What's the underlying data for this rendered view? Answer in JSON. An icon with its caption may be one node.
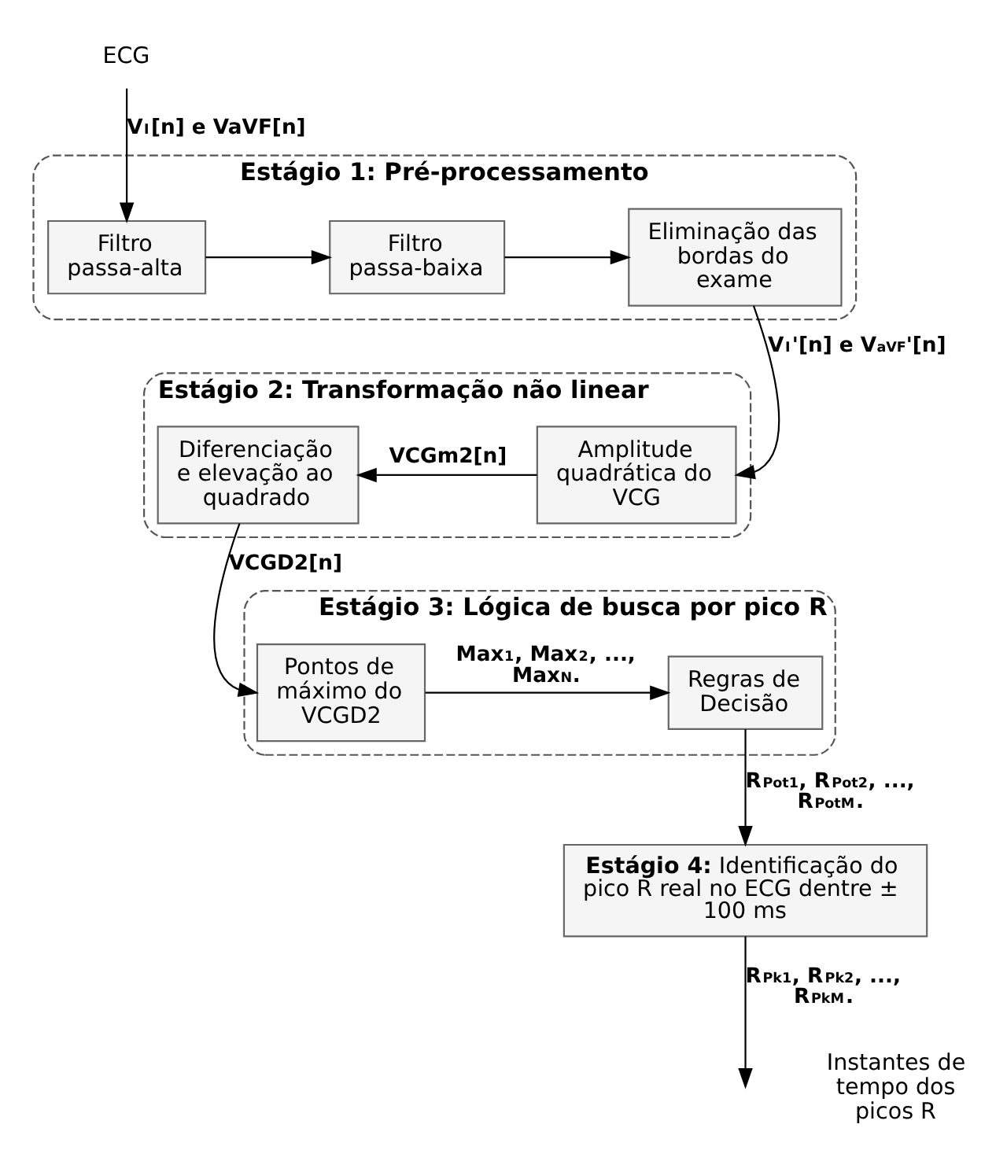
{
  "diagram": {
    "nodes": [
      {
        "text": [
          "ECG"
        ]
      },
      {
        "text": [
          "Estágio 1: Pré-processamento"
        ]
      },
      {
        "text": [
          "Filtro passa-alta"
        ],
        "in": 1
      },
      {
        "text": [
          "Filtro passa-baixa"
        ],
        "in": 1
      },
      {
        "text": [
          "Eliminação das bordas do exame"
        ],
        "in": 1
      },
      {
        "text": [
          "Estágio 2: Transformação não linear"
        ]
      },
      {
        "text": [
          "Diferenciação e elevação ao quadrado"
        ],
        "in": 5
      },
      {
        "text": [
          "Amplitude quadrática do VCG"
        ],
        "in": 5
      },
      {
        "text": [
          "Estágio 3: Lógica de busca por pico R"
        ]
      },
      {
        "text": [
          "Pontos de máximo do VCGD2"
        ],
        "in": 8
      },
      {
        "text": [
          "Regras de Decisão"
        ],
        "in": 8
      },
      {
        "text": [
          "**Estágio 4:** Identificação do pico R real no ECG dentre ± 100 ms"
        ]
      }
    ],
    "edges": [
      {
        "from": 0,
        "to": 2,
        "arrow": "to",
        "label": "V$_{I}$[n] e VaVF[n]"
      },
      {
        "from": 2,
        "to": 3,
        "arrow": "to"
      },
      {
        "from": 3,
        "to": 4,
        "arrow": "to"
      },
      {
        "from": 4,
        "to": 7,
        "arrow": "to",
        "label": "V$_{I}$'[n] e V$_{aVF}$'[n]"
      },
      {
        "from": 7,
        "to": 6,
        "arrow": "to",
        "label": "VCGm2[n]"
      },
      {
        "from": 6,
        "to": 9,
        "arrow": "to",
        "label": "VCGD2[n]"
      },
      {
        "from": 9,
        "to": 10,
        "arrow": "to",
        "label": "Max$_{1}$, Max$_{2}$, ..., Max$_{N}$."
      },
      {
        "from": 10,
        "to": 11,
        "arrow": "to",
        "label": "R$_{Pot}$$_{1}$, R$_{Pot}$$_{2}$, ..., R$_{Pot}$$_{M}$."
      },
      {
        "from": 11,
        "to": null,
        "arrow": "to",
        "label": "R$_{Pk}$$_{1}$, R$_{Pk}$$_{2}$, ..., R$_{Pk}$$_{M}$."
      }
    ],
    "labels": [
      "Instantes de tempo dos picos R"
    ]
  }
}
